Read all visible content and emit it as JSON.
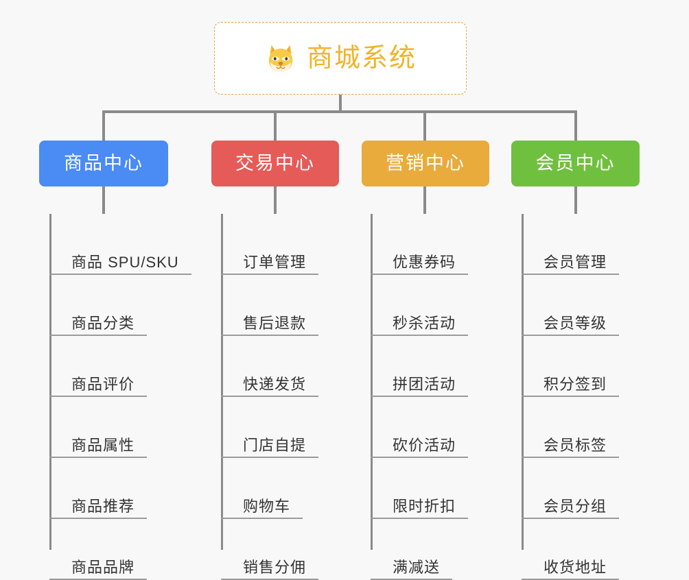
{
  "diagram": {
    "type": "org-chart",
    "background_color": "#f8f8f8",
    "connector_color": "#8a8a8a",
    "root": {
      "title": "商城系统",
      "icon": "shiba-dog-face-emoji",
      "title_color": "#f0b429",
      "border_color": "#e8a33d",
      "background_color": "#ffffff"
    },
    "branches": [
      {
        "label": "商品中心",
        "color": "#4a8bf4",
        "text_color": "#ffffff",
        "items": [
          "商品 SPU/SKU",
          "商品分类",
          "商品评价",
          "商品属性",
          "商品推荐",
          "商品品牌"
        ]
      },
      {
        "label": "交易中心",
        "color": "#e55b58",
        "text_color": "#ffffff",
        "items": [
          "订单管理",
          "售后退款",
          "快递发货",
          "门店自提",
          "购物车",
          "销售分佣"
        ]
      },
      {
        "label": "营销中心",
        "color": "#e8ab3c",
        "text_color": "#ffffff",
        "items": [
          "优惠券码",
          "秒杀活动",
          "拼团活动",
          "砍价活动",
          "限时折扣",
          "满减送"
        ]
      },
      {
        "label": "会员中心",
        "color": "#70c03f",
        "text_color": "#ffffff",
        "items": [
          "会员管理",
          "会员等级",
          "积分签到",
          "会员标签",
          "会员分组",
          "收货地址"
        ]
      }
    ]
  }
}
